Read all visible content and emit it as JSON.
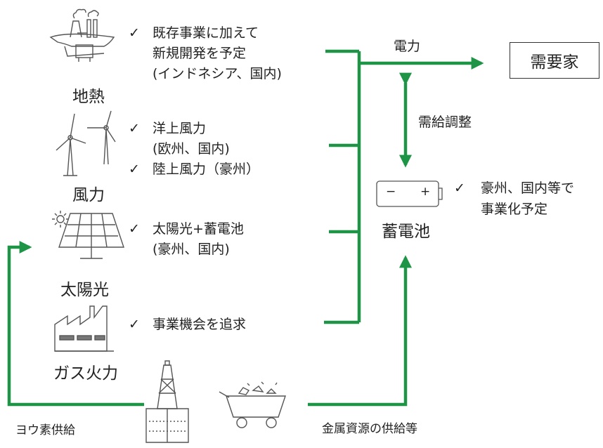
{
  "colors": {
    "flow": "#1e9446",
    "icon": "#555555"
  },
  "sources": [
    {
      "label": "地熱",
      "icon": "geothermal-plant-icon",
      "notes": [
        {
          "text": "既存事業に加えて",
          "check": true
        },
        {
          "text": "新規開発を予定",
          "check": false
        },
        {
          "text": "(インドネシア、国内)",
          "check": false
        }
      ]
    },
    {
      "label": "風力",
      "icon": "wind-turbine-icon",
      "notes": [
        {
          "text": "洋上風力",
          "check": true
        },
        {
          "text": "(欧州、国内)",
          "check": false
        },
        {
          "text": "陸上風力（豪州）",
          "check": true
        }
      ]
    },
    {
      "label": "太陽光",
      "icon": "solar-panel-icon",
      "notes": [
        {
          "text": "太陽光+蓄電池",
          "check": true
        },
        {
          "text": "(豪州、国内)",
          "check": false
        }
      ]
    },
    {
      "label": "ガス火力",
      "icon": "factory-icon",
      "notes": [
        {
          "text": "事業機会を追求",
          "check": true
        }
      ]
    }
  ],
  "check_mark": "✓",
  "power_label": "電力",
  "demand_label": "需要家",
  "balancing_label": "需給調整",
  "battery": {
    "label": "蓄電池",
    "minus": "−",
    "plus": "+",
    "icon": "battery-icon",
    "notes": [
      {
        "text": "豪州、国内等で",
        "check": true
      },
      {
        "text": "事業化予定",
        "check": false
      }
    ]
  },
  "hydrogen_label": "ヨウ素供給",
  "metals_label": "金属資源の供給等",
  "extra_icons": [
    "oil-rig-icon",
    "mine-cart-icon"
  ]
}
